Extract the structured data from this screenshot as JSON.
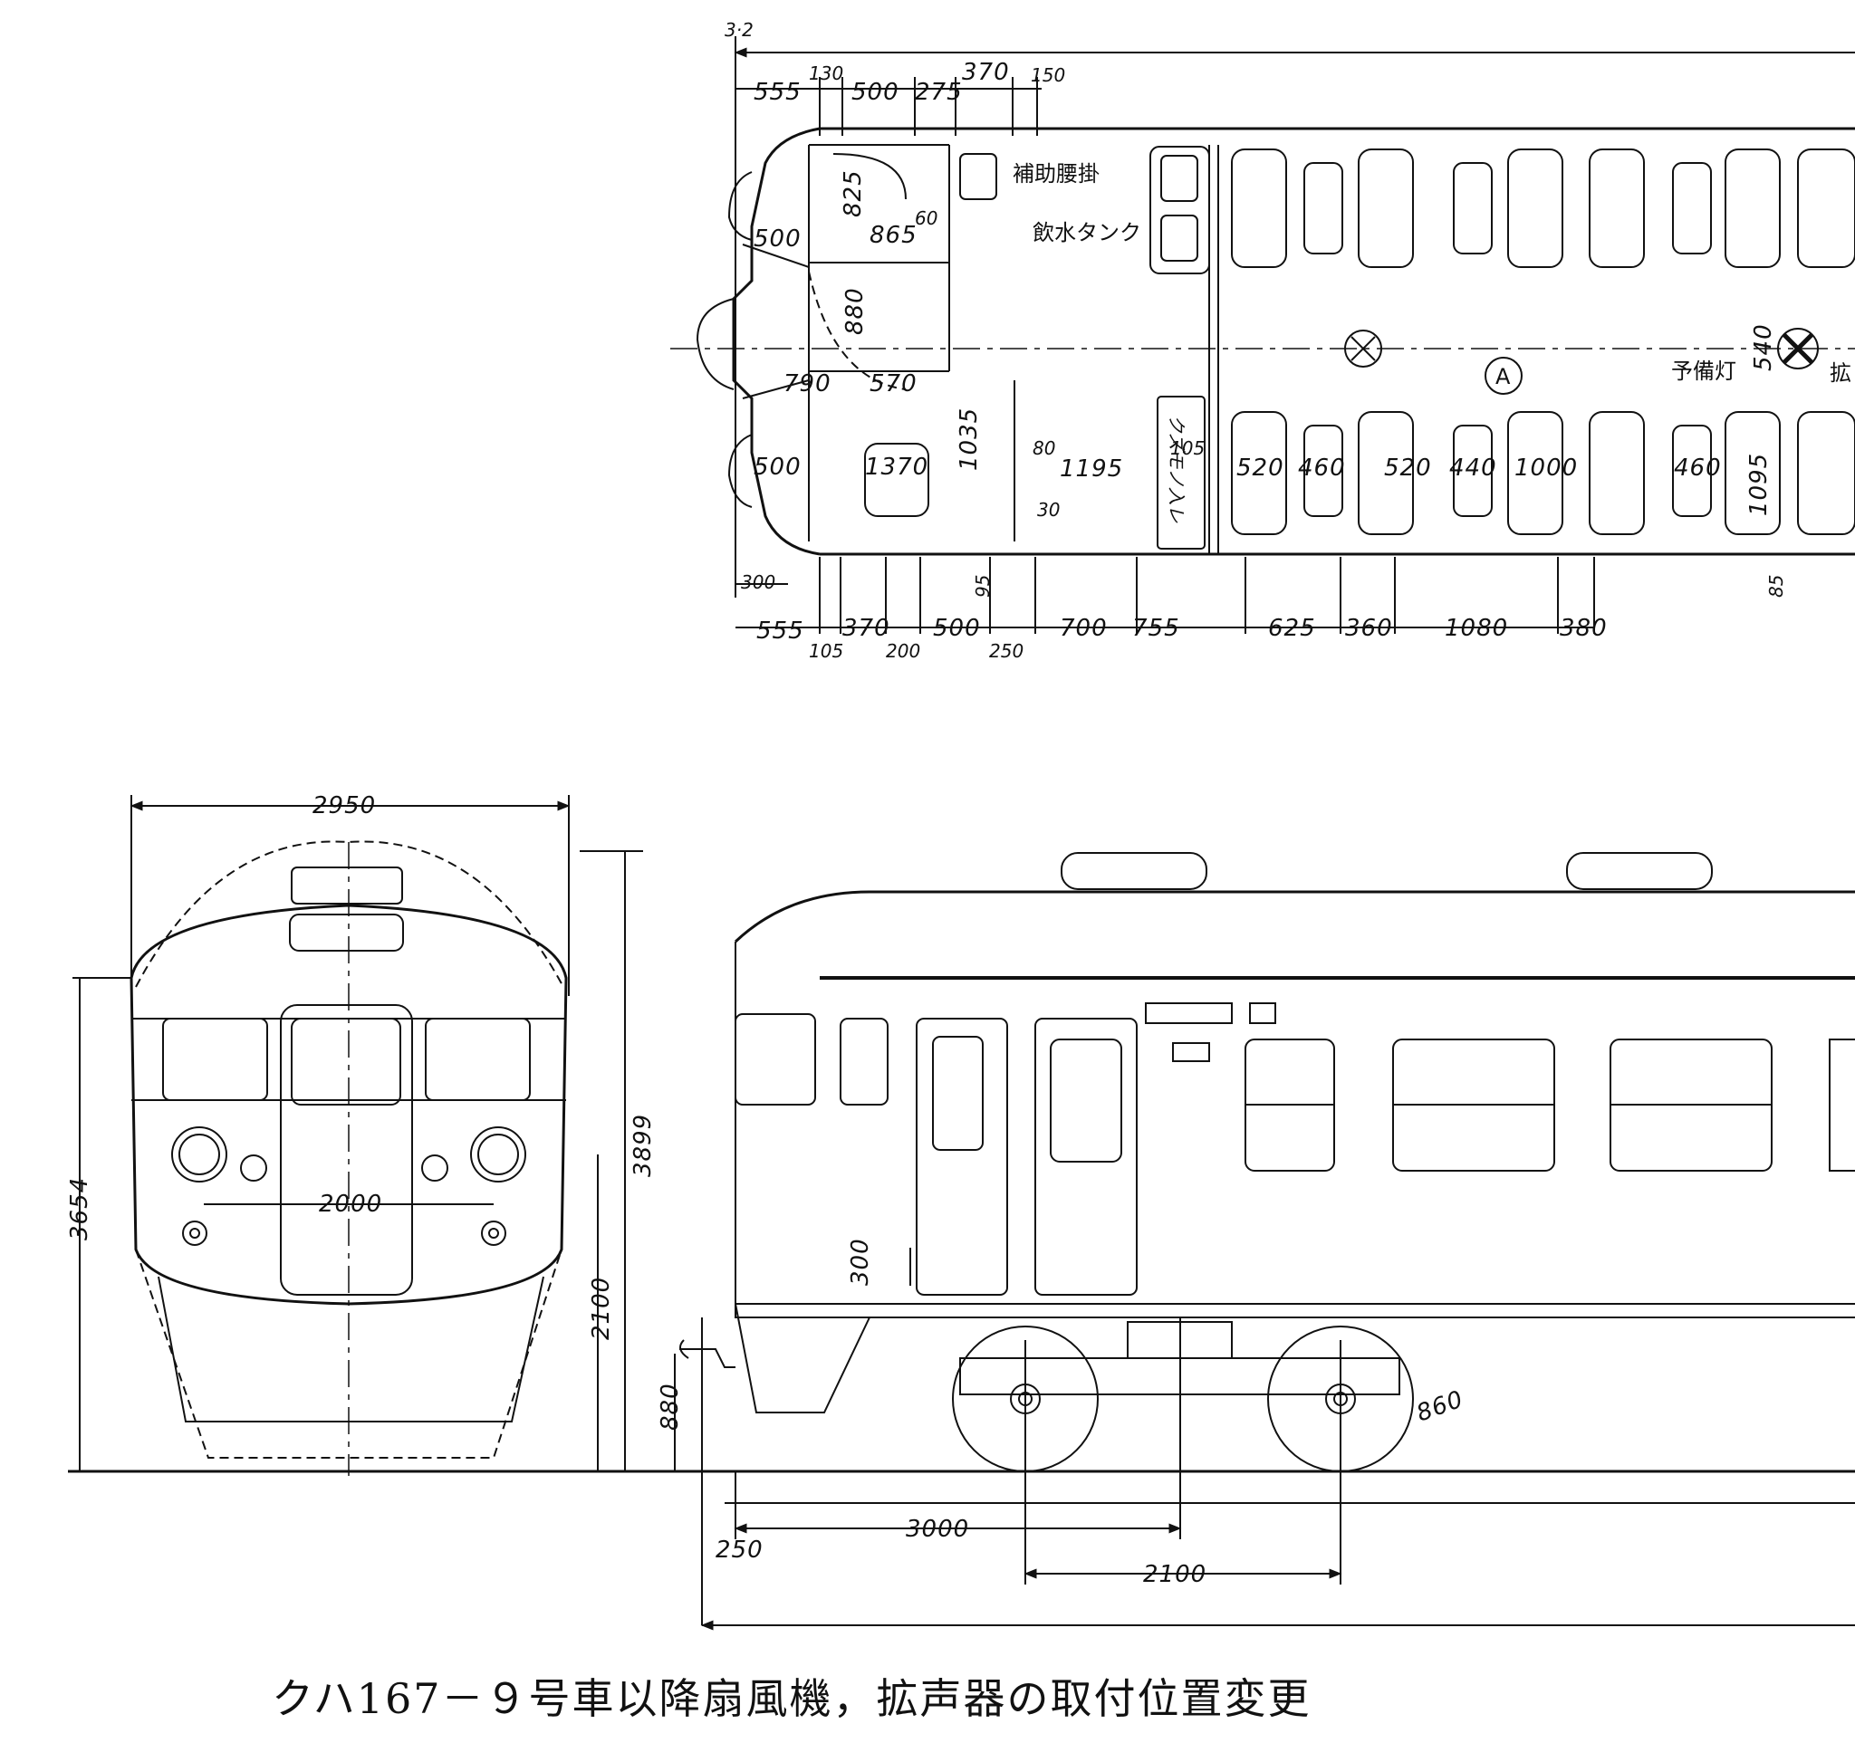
{
  "caption": "クハ167－９号車以降扇風機，拡声器の取付位置変更",
  "plan_view": {
    "scale_mark": "3·2",
    "top_dims": [
      "555",
      "130",
      "500",
      "275",
      "370",
      "150"
    ],
    "left_dims": [
      "500",
      "500",
      "300"
    ],
    "inner_dims": [
      "825",
      "865",
      "60",
      "880",
      "790",
      "570",
      "1370",
      "1035",
      "80",
      "1195",
      "105",
      "30",
      "95"
    ],
    "seat_dims": [
      "520",
      "460",
      "520",
      "440",
      "1000",
      "460",
      "1095",
      "540",
      "85"
    ],
    "bottom_dims": [
      "555",
      "370",
      "500",
      "700",
      "755",
      "625",
      "360",
      "1080",
      "380"
    ],
    "bottom_sub_dims": [
      "105",
      "200",
      "250"
    ],
    "labels": {
      "aux_seat": "補助腰掛",
      "water_tank": "飲水タンク",
      "trash_box": "クズモノ入レ",
      "spare_light": "予備灯",
      "marker_a": "A",
      "cut_label": "拡"
    }
  },
  "front_view": {
    "width": "2950",
    "total_height": "3899",
    "body_height": "3654",
    "headlight_spacing": "2000",
    "floor_height": "2100"
  },
  "side_view": {
    "step_height": "300",
    "coupler_height": "880",
    "wheel_dia": "860",
    "overhang": "250",
    "bogie_center": "3000",
    "wheelbase": "2100"
  }
}
